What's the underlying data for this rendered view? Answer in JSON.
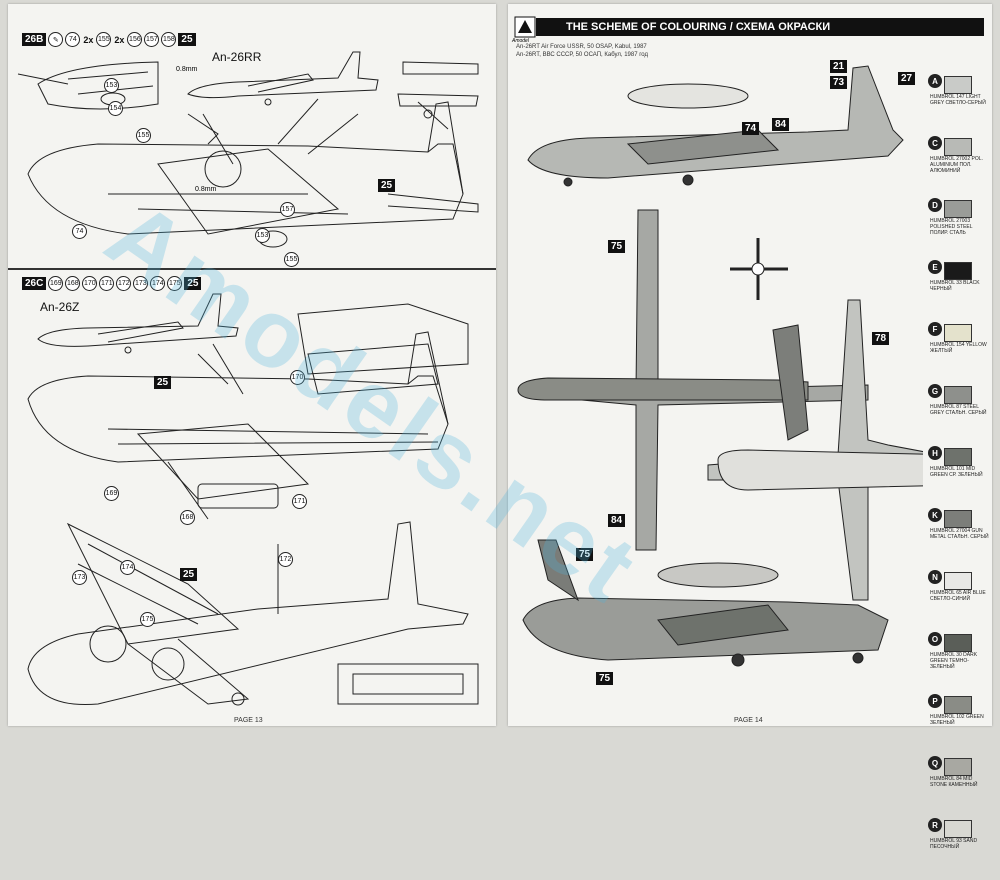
{
  "left_page": {
    "section_b": {
      "label": "26B",
      "parts": [
        "74",
        "155",
        "156",
        "157",
        "158"
      ],
      "counts": [
        "2x",
        "2x"
      ],
      "ref_box": "25",
      "model": "An-26RR",
      "dimension": "0.8mm",
      "dimension2": "0.8mm",
      "callouts": [
        "153",
        "154",
        "155",
        "157",
        "153",
        "74",
        "25",
        "155"
      ]
    },
    "section_c": {
      "label": "26C",
      "parts": [
        "169",
        "168",
        "170",
        "171",
        "172",
        "173",
        "174",
        "175"
      ],
      "ref_box": "25",
      "model": "An-26Z",
      "callouts": [
        "25",
        "170",
        "171",
        "169",
        "168",
        "25",
        "172",
        "173",
        "174",
        "175"
      ]
    },
    "page_label": "PAGE 13"
  },
  "right_page": {
    "title": "THE SCHEME OF COLOURING / СХЕМА ОКРАСКИ",
    "brand": "Amodel",
    "variant_1": "An-26RT Air Force USSR, 50 OSAP, Kabul, 1987",
    "variant_2": "An-26RT, ВВС СССР, 50 ОСАП, Кабул, 1987 год",
    "legend": [
      {
        "letter": "A",
        "name": "HUMBROL 147 LIGHT GREY СВЕТЛО-СЕРЫЙ",
        "color": "#c9cbc8"
      },
      {
        "letter": "C",
        "name": "HUMBROL 27002 POL. ALUMINIUM ПОЛ. АЛЮМИНИЙ",
        "color": "#b8bab6"
      },
      {
        "letter": "D",
        "name": "HUMBROL 27003 POLISHED STEEL ПОЛИР. СТАЛЬ",
        "color": "#9a9c98"
      },
      {
        "letter": "E",
        "name": "HUMBROL 33 BLACK ЧЕРНЫЙ",
        "color": "#1a1a1a"
      },
      {
        "letter": "F",
        "name": "HUMBROL 154 YELLOW ЖЕЛТЫЙ",
        "color": "#e4e2cc"
      },
      {
        "letter": "G",
        "name": "HUMBROL 87 STEEL GREY СТАЛЬН. СЕРЫЙ",
        "color": "#8e908c"
      },
      {
        "letter": "H",
        "name": "HUMBROL 101 MID GREEN СР. ЗЕЛЕНЫЙ",
        "color": "#6e726c"
      },
      {
        "letter": "K",
        "name": "HUMBROL 27004 GUN METAL СТАЛЬН. СЕРЫЙ",
        "color": "#7c7e7a"
      },
      {
        "letter": "N",
        "name": "HUMBROL 65 AIR BLUE СВЕТЛО-СИНИЙ",
        "color": "#e8e8e6"
      },
      {
        "letter": "O",
        "name": "HUMBROL 30 DARK GREEN ТЕМНО-ЗЕЛЕНЫЙ",
        "color": "#5a5e58"
      },
      {
        "letter": "P",
        "name": "HUMBROL 102 GREEN ЗЕЛЕНЫЙ",
        "color": "#8a8c86"
      },
      {
        "letter": "Q",
        "name": "HUMBROL 84 MID STONE КАМЕННЫЙ",
        "color": "#a8a8a2"
      },
      {
        "letter": "R",
        "name": "HUMBROL 93 SAND ПЕСОЧНЫЙ",
        "color": "#d8d8d2"
      }
    ],
    "callouts": [
      "21",
      "27",
      "73",
      "75",
      "74",
      "78",
      "84",
      "75",
      "75",
      "84"
    ],
    "page_label": "PAGE 14"
  },
  "watermark": "Amodels.net"
}
